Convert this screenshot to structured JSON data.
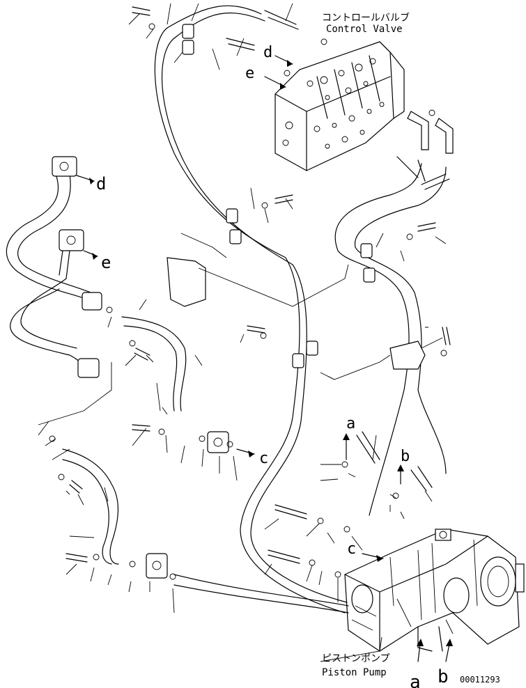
{
  "labels": {
    "control_valve_jp": "コントロールバルブ",
    "control_valve_en": "Control Valve",
    "piston_pump_jp": "ピストンポンプ",
    "piston_pump_en": "Piston Pump",
    "drawing_number": "00011293"
  },
  "callouts": {
    "a": "a",
    "b": "b",
    "c": "c",
    "d": "d",
    "e": "e"
  }
}
